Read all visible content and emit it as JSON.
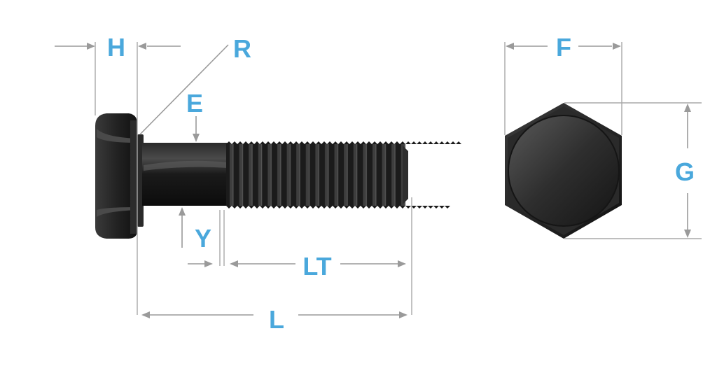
{
  "diagram": {
    "labels": {
      "H": "H",
      "R": "R",
      "E": "E",
      "Y": "Y",
      "LT": "LT",
      "L": "L",
      "F": "F",
      "G": "G"
    },
    "colors": {
      "label": "#4aa8dc",
      "dimension_line": "#9a9a9a",
      "bolt_dark": "#1c1c1c",
      "bolt_mid": "#3a3a3a"
    }
  }
}
